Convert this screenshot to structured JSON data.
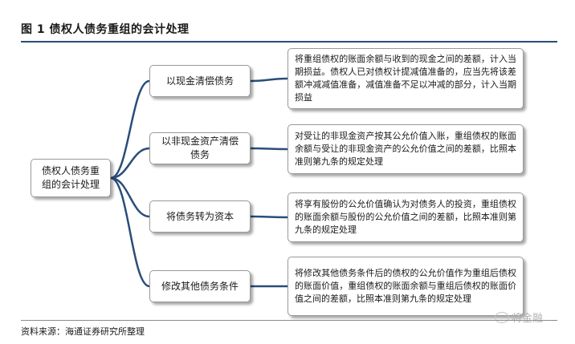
{
  "header": {
    "title": "图 1 债权人债务重组的会计处理"
  },
  "root": {
    "label": "债权人债务重组的会计处理"
  },
  "branches": [
    {
      "label": "以现金清偿债务",
      "detail": "将重组债权的账面余额与收到的现金之间的差额，计入当期损益。债权人已对债权计提减值准备的，应当先将该差额冲减减值准备，减值准备不足以冲减的部分，计入当期损益"
    },
    {
      "label": "以非现金资产清偿债务",
      "detail": "对受让的非现金资产按其公允价值入账，重组债权的账面余额与受让的非现金资产的公允价值之间的差额，比照本准则第九条的规定处理"
    },
    {
      "label": "将债务转为资本",
      "detail": "将享有股份的公允价值确认为对债务人的投资，重组债权的账面余额与股份的公允价值之间的差额，比照本准则第九条的规定处理"
    },
    {
      "label": "修改其他债务条件",
      "detail": "将修改其他债务条件后的债权的公允价值作为重组后债权的账面价值，重组债权的账面余额与重组后债权的账面价值之间的差额，比照本准则第九条的规定处理"
    }
  ],
  "footer": {
    "source": "资料来源：海通证券研究所整理"
  },
  "watermark": {
    "text": "将金融"
  },
  "colors": {
    "connector": "#2a4d7a",
    "rule": "#2a4d7a"
  }
}
